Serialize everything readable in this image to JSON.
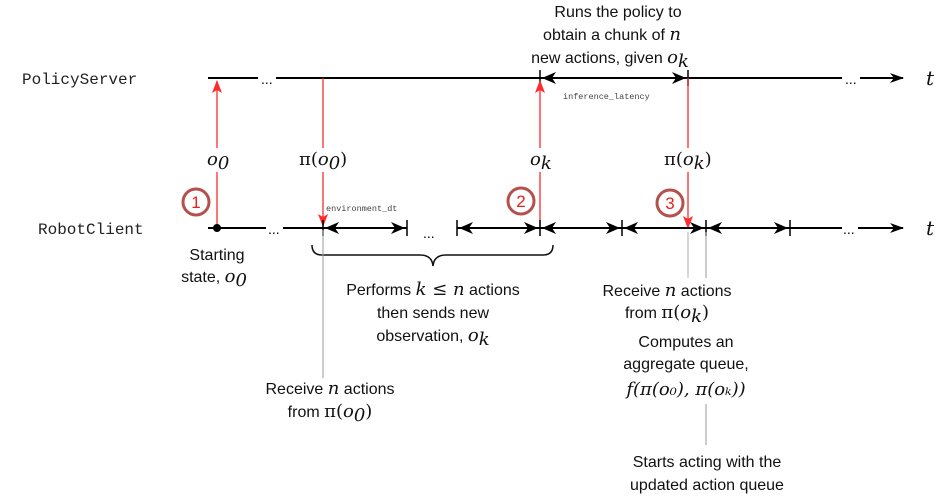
{
  "lanes": {
    "server": {
      "label": "PolicyServer",
      "axis_label": "t"
    },
    "client": {
      "label": "RobotClient",
      "axis_label": "t"
    }
  },
  "ellipsis": "...",
  "interval_labels": {
    "inference": "inference_latency",
    "environment": "environment_dt"
  },
  "messages": [
    {
      "id": "o0",
      "direction": "client-to-server",
      "label": "o",
      "sub": "0"
    },
    {
      "id": "pi_o0",
      "direction": "server-to-client",
      "label_pre": "π(",
      "var": "o",
      "sub": "0",
      "label_post": ")"
    },
    {
      "id": "ok",
      "direction": "client-to-server",
      "label": "o",
      "sub": "k"
    },
    {
      "id": "pi_ok",
      "direction": "server-to-client",
      "label_pre": "π(",
      "var": "o",
      "sub": "k",
      "label_post": ")"
    }
  ],
  "steps": [
    "1",
    "2",
    "3"
  ],
  "annotations": {
    "runs_policy": {
      "line1": "Runs the policy to",
      "line2_text": "obtain a chunk of ",
      "line2_math": "n",
      "line3_text": "new actions, given ",
      "line3_math": "o",
      "line3_sub": "k"
    },
    "starting_state": {
      "line1": "Starting",
      "line2_text": "state, ",
      "line2_math": "o",
      "line2_sub": "0"
    },
    "performs": {
      "line1_a": "Performs ",
      "line1_math": "k ≤ n",
      "line1_b": " actions",
      "line2": "then sends new",
      "line3_text": "observation, ",
      "line3_math": "o",
      "line3_sub": "k"
    },
    "receive_o0": {
      "line1_a": "Receive ",
      "line1_math": "n",
      "line1_b": " actions",
      "line2_text": "from ",
      "line2_math_pre": "π(",
      "line2_var": "o",
      "line2_sub": "0",
      "line2_post": ")"
    },
    "receive_ok": {
      "line1_a": "Receive ",
      "line1_math": "n",
      "line1_b": " actions",
      "line2_text": "from ",
      "line2_math_pre": "π(",
      "line2_var": "o",
      "line2_sub": "k",
      "line2_post": ")"
    },
    "aggregate": {
      "line1": "Computes an",
      "line2": "aggregate queue,",
      "line3": "f(π(o₀), π(oₖ))"
    },
    "starts_acting": {
      "line1": "Starts acting with the",
      "line2": "updated action queue"
    }
  },
  "colors": {
    "message_arrow": "#ff2a2a",
    "step_circle": "#b5514c",
    "step_number": "#e8221b",
    "timeline": "#000000",
    "guide_line": "#9a9a9a"
  }
}
